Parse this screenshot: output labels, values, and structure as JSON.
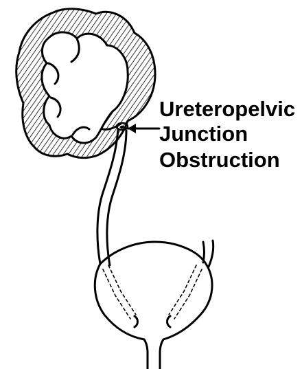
{
  "label": {
    "line1": "Ureteropelvic",
    "line2": "Junction",
    "line3": "Obstruction"
  }
}
